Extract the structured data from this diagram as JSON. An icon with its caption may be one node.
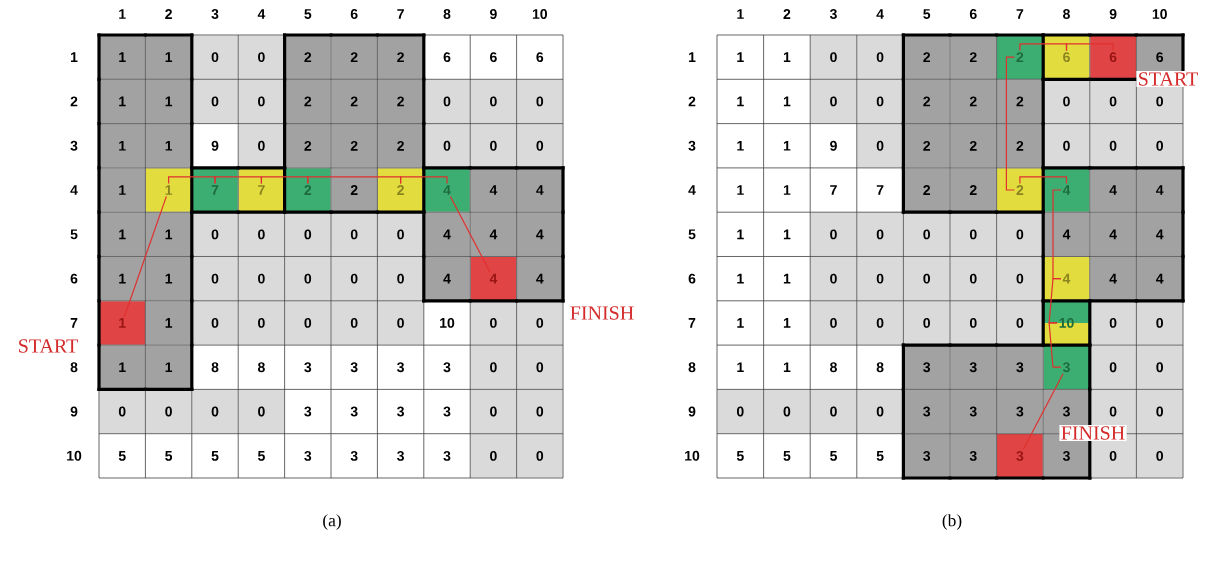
{
  "diagram": {
    "nodes": [
      {
        "text": [
          "1"
        ]
      },
      {
        "text": [
          "1"
        ]
      },
      {
        "text": [
          "0"
        ]
      },
      {
        "text": [
          "0"
        ]
      },
      {
        "text": [
          "2"
        ]
      },
      {
        "text": [
          "2"
        ]
      },
      {
        "text": [
          "2"
        ]
      },
      {
        "text": [
          "6"
        ]
      },
      {
        "text": [
          "6"
        ]
      },
      {
        "text": [
          "6"
        ]
      },
      {
        "text": [
          "1"
        ]
      },
      {
        "text": [
          "1"
        ]
      },
      {
        "text": [
          "0"
        ]
      },
      {
        "text": [
          "0"
        ]
      },
      {
        "text": [
          "2"
        ]
      },
      {
        "text": [
          "2"
        ]
      },
      {
        "text": [
          "2"
        ]
      },
      {
        "text": [
          "0"
        ]
      },
      {
        "text": [
          "0"
        ]
      },
      {
        "text": [
          "0"
        ]
      },
      {
        "text": [
          "1"
        ]
      },
      {
        "text": [
          "1"
        ]
      },
      {
        "text": [
          "9"
        ]
      },
      {
        "text": [
          "0"
        ]
      },
      {
        "text": [
          "2"
        ]
      },
      {
        "text": [
          "2"
        ]
      },
      {
        "text": [
          "2"
        ]
      },
      {
        "text": [
          "0"
        ]
      },
      {
        "text": [
          "0"
        ]
      },
      {
        "text": [
          "0"
        ]
      },
      {
        "text": [
          "1"
        ]
      },
      {
        "text": [
          "1"
        ]
      },
      {
        "text": [
          "7"
        ]
      },
      {
        "text": [
          "7"
        ]
      },
      {
        "text": [
          "2"
        ]
      },
      {
        "text": [
          "2"
        ]
      },
      {
        "text": [
          "2"
        ]
      },
      {
        "text": [
          "4"
        ]
      },
      {
        "text": [
          "4"
        ]
      },
      {
        "text": [
          "4"
        ]
      },
      {
        "text": [
          "1"
        ]
      },
      {
        "text": [
          "1"
        ]
      },
      {
        "text": [
          "0"
        ]
      },
      {
        "text": [
          "0"
        ]
      },
      {
        "text": [
          "0"
        ]
      },
      {
        "text": [
          "0"
        ]
      },
      {
        "text": [
          "0"
        ]
      },
      {
        "text": [
          "4"
        ]
      },
      {
        "text": [
          "4"
        ]
      },
      {
        "text": [
          "4"
        ]
      },
      {
        "text": [
          "1"
        ]
      },
      {
        "text": [
          "1"
        ]
      },
      {
        "text": [
          "0"
        ]
      },
      {
        "text": [
          "0"
        ]
      },
      {
        "text": [
          "0"
        ]
      },
      {
        "text": [
          "0"
        ]
      },
      {
        "text": [
          "0"
        ]
      },
      {
        "text": [
          "4"
        ]
      },
      {
        "text": [
          "4"
        ]
      },
      {
        "text": [
          "4"
        ]
      },
      {
        "text": [
          "1"
        ]
      },
      {
        "text": [
          "1"
        ]
      },
      {
        "text": [
          "0"
        ]
      },
      {
        "text": [
          "0"
        ]
      },
      {
        "text": [
          "0"
        ]
      },
      {
        "text": [
          "0"
        ]
      },
      {
        "text": [
          "0"
        ]
      },
      {
        "text": [
          "10"
        ]
      },
      {
        "text": [
          "0"
        ]
      },
      {
        "text": [
          "0"
        ]
      },
      {
        "text": [
          "1"
        ]
      },
      {
        "text": [
          "1"
        ]
      },
      {
        "text": [
          "8"
        ]
      },
      {
        "text": [
          "8"
        ]
      },
      {
        "text": [
          "3"
        ]
      },
      {
        "text": [
          "3"
        ]
      },
      {
        "text": [
          "3"
        ]
      },
      {
        "text": [
          "3"
        ]
      },
      {
        "text": [
          "0"
        ]
      },
      {
        "text": [
          "0"
        ]
      },
      {
        "text": [
          "0"
        ]
      },
      {
        "text": [
          "0"
        ]
      },
      {
        "text": [
          "0"
        ]
      },
      {
        "text": [
          "0"
        ]
      },
      {
        "text": [
          "3"
        ]
      },
      {
        "text": [
          "3"
        ]
      },
      {
        "text": [
          "3"
        ]
      },
      {
        "text": [
          "3"
        ]
      },
      {
        "text": [
          "0"
        ]
      },
      {
        "text": [
          "0"
        ]
      },
      {
        "text": [
          "5"
        ]
      },
      {
        "text": [
          "5"
        ]
      },
      {
        "text": [
          "5"
        ]
      },
      {
        "text": [
          "5"
        ]
      },
      {
        "text": [
          "3"
        ]
      },
      {
        "text": [
          "3"
        ]
      },
      {
        "text": [
          "3"
        ]
      },
      {
        "text": [
          "3"
        ]
      },
      {
        "text": [
          "0"
        ]
      },
      {
        "text": [
          "0"
        ]
      },
      {
        "text": [
          "1"
        ]
      },
      {
        "text": [
          "1"
        ]
      },
      {
        "text": [
          "0"
        ]
      },
      {
        "text": [
          "0"
        ]
      },
      {
        "text": [
          "2"
        ]
      },
      {
        "text": [
          "2"
        ]
      },
      {
        "text": [
          "2"
        ]
      },
      {
        "text": [
          "6"
        ]
      },
      {
        "text": [
          "6"
        ]
      },
      {
        "text": [
          "6"
        ]
      },
      {
        "text": [
          "1"
        ]
      },
      {
        "text": [
          "1"
        ]
      },
      {
        "text": [
          "0"
        ]
      },
      {
        "text": [
          "0"
        ]
      },
      {
        "text": [
          "2"
        ]
      },
      {
        "text": [
          "2"
        ]
      },
      {
        "text": [
          "2"
        ]
      },
      {
        "text": [
          "0"
        ]
      },
      {
        "text": [
          "0"
        ]
      },
      {
        "text": [
          "0"
        ]
      },
      {
        "text": [
          "1"
        ]
      },
      {
        "text": [
          "1"
        ]
      },
      {
        "text": [
          "9"
        ]
      },
      {
        "text": [
          "0"
        ]
      },
      {
        "text": [
          "2"
        ]
      },
      {
        "text": [
          "2"
        ]
      },
      {
        "text": [
          "2"
        ]
      },
      {
        "text": [
          "0"
        ]
      },
      {
        "text": [
          "0"
        ]
      },
      {
        "text": [
          "0"
        ]
      },
      {
        "text": [
          "1"
        ]
      },
      {
        "text": [
          "1"
        ]
      },
      {
        "text": [
          "7"
        ]
      },
      {
        "text": [
          "7"
        ]
      },
      {
        "text": [
          "2"
        ]
      },
      {
        "text": [
          "2"
        ]
      },
      {
        "text": [
          "2"
        ]
      },
      {
        "text": [
          "4"
        ]
      },
      {
        "text": [
          "4"
        ]
      },
      {
        "text": [
          "4"
        ]
      },
      {
        "text": [
          "1"
        ]
      },
      {
        "text": [
          "1"
        ]
      },
      {
        "text": [
          "0"
        ]
      },
      {
        "text": [
          "0"
        ]
      },
      {
        "text": [
          "0"
        ]
      },
      {
        "text": [
          "0"
        ]
      },
      {
        "text": [
          "0"
        ]
      },
      {
        "text": [
          "4"
        ]
      },
      {
        "text": [
          "4"
        ]
      },
      {
        "text": [
          "4"
        ]
      },
      {
        "text": [
          "1"
        ]
      },
      {
        "text": [
          "1"
        ]
      },
      {
        "text": [
          "0"
        ]
      },
      {
        "text": [
          "0"
        ]
      },
      {
        "text": [
          "0"
        ]
      },
      {
        "text": [
          "0"
        ]
      },
      {
        "text": [
          "0"
        ]
      },
      {
        "text": [
          "4"
        ]
      },
      {
        "text": [
          "4"
        ]
      },
      {
        "text": [
          "4"
        ]
      },
      {
        "text": [
          "1"
        ]
      },
      {
        "text": [
          "1"
        ]
      },
      {
        "text": [
          "0"
        ]
      },
      {
        "text": [
          "0"
        ]
      },
      {
        "text": [
          "0"
        ]
      },
      {
        "text": [
          "0"
        ]
      },
      {
        "text": [
          "0"
        ]
      },
      {
        "text": [
          "10"
        ]
      },
      {
        "text": [
          "0"
        ]
      },
      {
        "text": [
          "0"
        ]
      },
      {
        "text": [
          "1"
        ]
      },
      {
        "text": [
          "1"
        ]
      },
      {
        "text": [
          "8"
        ]
      },
      {
        "text": [
          "8"
        ]
      },
      {
        "text": [
          "3"
        ]
      },
      {
        "text": [
          "3"
        ]
      },
      {
        "text": [
          "3"
        ]
      },
      {
        "text": [
          "3"
        ]
      },
      {
        "text": [
          "0"
        ]
      },
      {
        "text": [
          "0"
        ]
      },
      {
        "text": [
          "0"
        ]
      },
      {
        "text": [
          "0"
        ]
      },
      {
        "text": [
          "0"
        ]
      },
      {
        "text": [
          "0"
        ]
      },
      {
        "text": [
          "3"
        ]
      },
      {
        "text": [
          "3"
        ]
      },
      {
        "text": [
          "3"
        ]
      },
      {
        "text": [
          "3"
        ]
      },
      {
        "text": [
          "0"
        ]
      },
      {
        "text": [
          "0"
        ]
      },
      {
        "text": [
          "5"
        ]
      },
      {
        "text": [
          "5"
        ]
      },
      {
        "text": [
          "5"
        ]
      },
      {
        "text": [
          "5"
        ]
      },
      {
        "text": [
          "3"
        ]
      },
      {
        "text": [
          "3"
        ]
      },
      {
        "text": [
          "3"
        ]
      },
      {
        "text": [
          "3"
        ]
      },
      {
        "text": [
          "0"
        ]
      },
      {
        "text": [
          "0"
        ]
      }
    ],
    "edges": [
      {
        "from": 60,
        "to": 31,
        "arrow": "none"
      },
      {
        "from": 31,
        "to": 32,
        "arrow": "none"
      },
      {
        "from": 32,
        "to": 33,
        "arrow": "none"
      },
      {
        "from": 33,
        "to": 34,
        "arrow": "none"
      },
      {
        "from": 34,
        "to": 36,
        "arrow": "none"
      },
      {
        "from": 36,
        "to": 37,
        "arrow": "none"
      },
      {
        "from": 37,
        "to": 58,
        "arrow": "none"
      },
      {
        "from": 108,
        "to": 107,
        "arrow": "none"
      },
      {
        "from": 107,
        "to": 106,
        "arrow": "none"
      },
      {
        "from": 106,
        "to": 136,
        "arrow": "none"
      },
      {
        "from": 136,
        "to": 137,
        "arrow": "none"
      },
      {
        "from": 137,
        "to": 157,
        "arrow": "none"
      },
      {
        "from": 157,
        "to": 167,
        "arrow": "none"
      },
      {
        "from": 167,
        "to": 177,
        "arrow": "none"
      },
      {
        "from": 177,
        "to": 196,
        "arrow": "none"
      }
    ],
    "labels": [
      "1",
      "2",
      "3",
      "4",
      "5",
      "6",
      "7",
      "8",
      "9",
      "10",
      "1",
      "2",
      "3",
      "4",
      "5",
      "6",
      "7",
      "8",
      "9",
      "10",
      "START",
      "FINISH",
      "1",
      "2",
      "3",
      "4",
      "5",
      "6",
      "7",
      "8",
      "9",
      "10",
      "1",
      "2",
      "3",
      "4",
      "5",
      "6",
      "7",
      "8",
      "9",
      "10",
      "START",
      "FINISH",
      "(a)",
      "(b)"
    ]
  }
}
